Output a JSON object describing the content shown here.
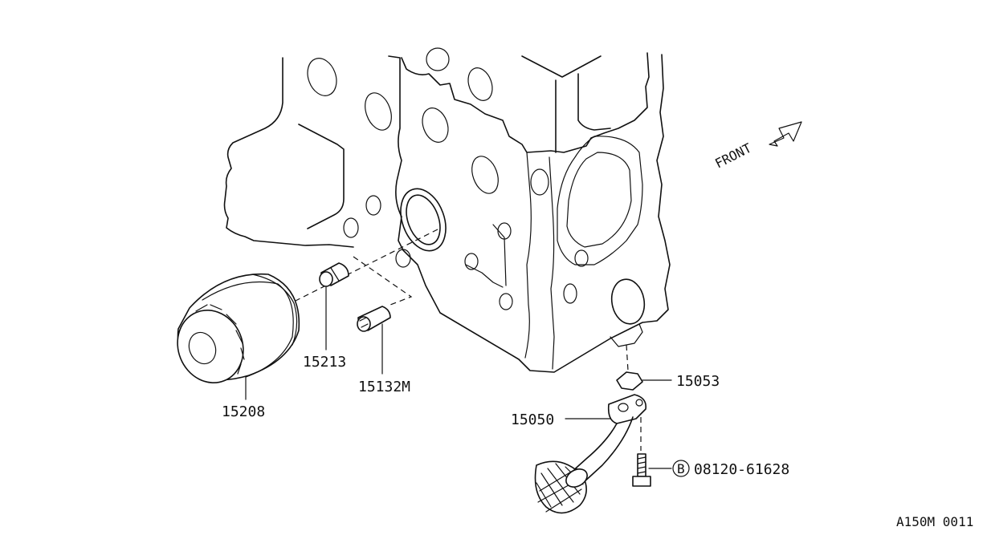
{
  "labels": {
    "oil_filter": "15208",
    "connector": "15213",
    "stud": "15132M",
    "gasket": "15053",
    "strainer": "15050",
    "bolt": "08120-61628",
    "bolt_marker": "B",
    "front": "FRONT",
    "diagram_code": "A150M 0011"
  }
}
